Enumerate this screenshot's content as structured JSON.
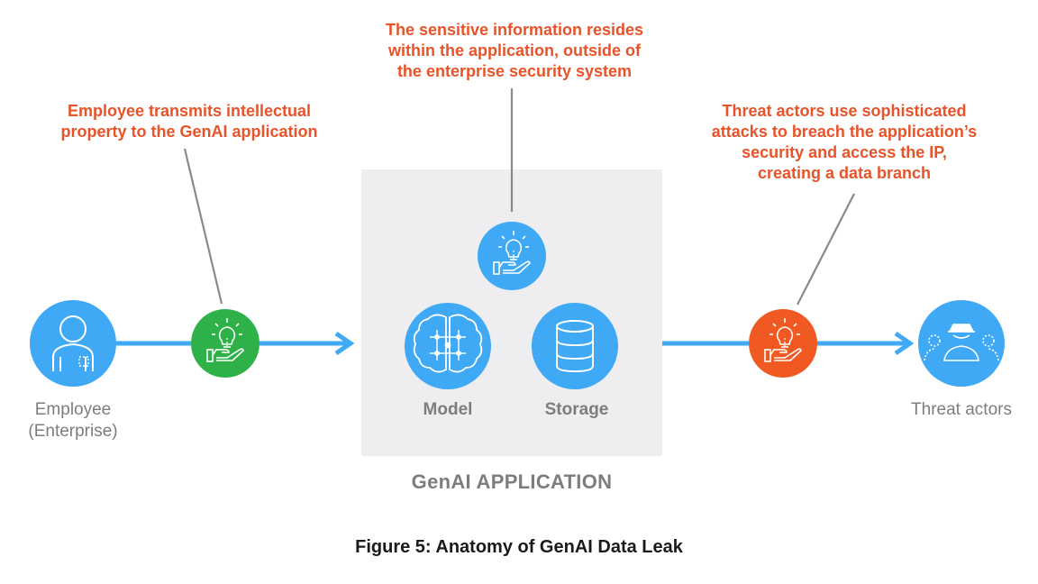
{
  "callouts": {
    "employee_transmits": [
      "Employee transmits intellectual",
      "property to the GenAI application"
    ],
    "sensitive_info": [
      "The sensitive information resides",
      "within the application, outside of",
      "the enterprise security system"
    ],
    "threat_actors_breach": [
      "Threat actors use sophisticated",
      "attacks to breach the application’s",
      "security and access the IP,",
      "creating a data branch"
    ]
  },
  "nodes": {
    "employee": {
      "label_line1": "Employee",
      "label_line2": "(Enterprise)",
      "icon": "person-icon",
      "color": "#3fa9f5"
    },
    "ip_sent": {
      "icon": "idea-hand-icon",
      "color": "#2fb14a"
    },
    "ip_stored": {
      "icon": "idea-hand-icon",
      "color": "#3fa9f5"
    },
    "model": {
      "label": "Model",
      "icon": "brain-circuit-icon",
      "color": "#3fa9f5"
    },
    "storage": {
      "label": "Storage",
      "icon": "database-icon",
      "color": "#3fa9f5"
    },
    "ip_breached": {
      "icon": "idea-hand-icon",
      "color": "#f05a22"
    },
    "threat_actors": {
      "label": "Threat actors",
      "icon": "hooded-figures-icon",
      "color": "#3fa9f5"
    }
  },
  "app_box": {
    "title": "GenAI APPLICATION",
    "background": "#eeeef0"
  },
  "caption": "Figure 5: Anatomy of GenAI Data Leak",
  "colors": {
    "accent_orange": "#e8532a",
    "flow_blue": "#3fa9f5",
    "leader_gray": "#8a8a8a",
    "label_gray": "#7d7d7d"
  }
}
